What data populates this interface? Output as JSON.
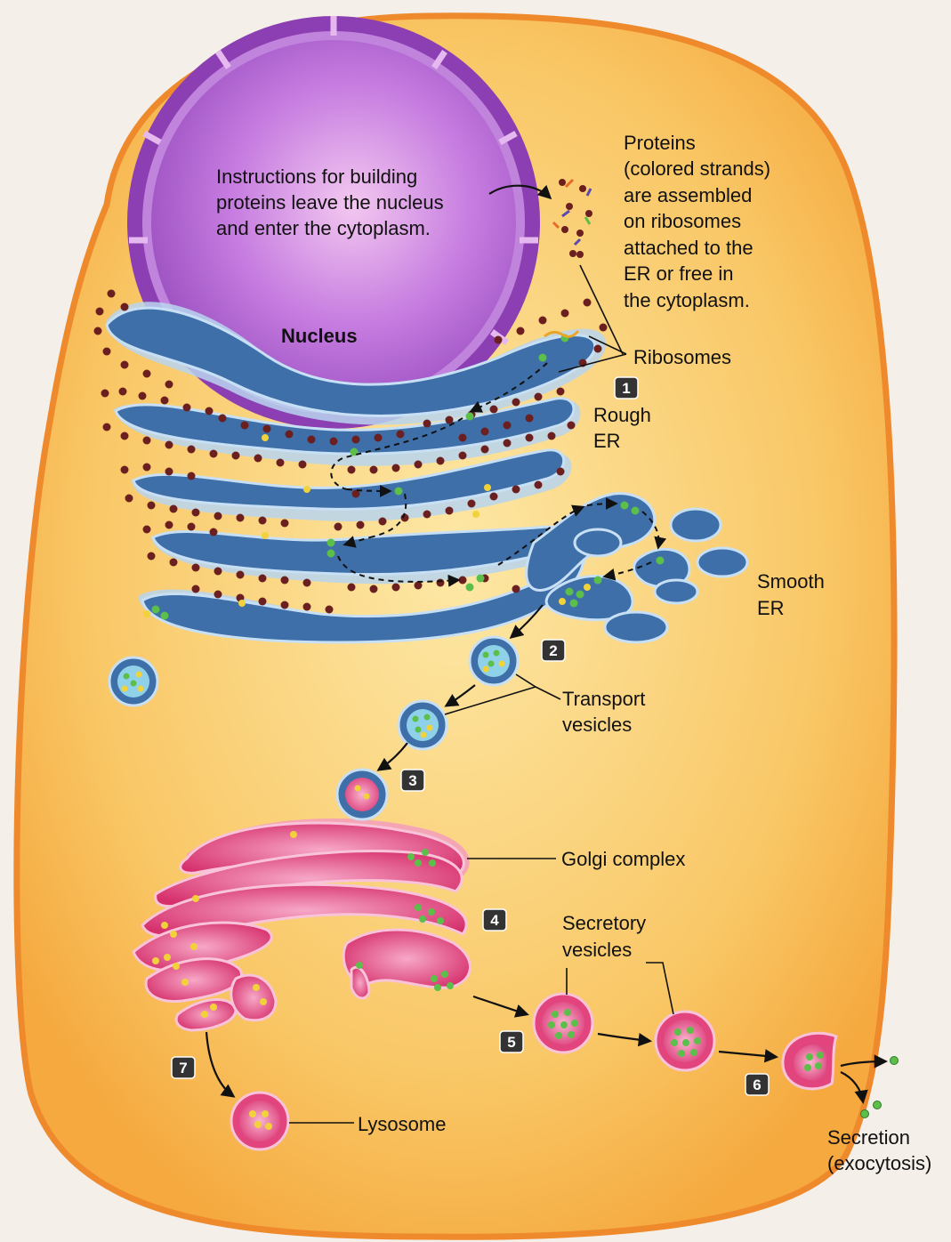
{
  "labels": {
    "nucleus_text": [
      "Instructions for building",
      "proteins leave the nucleus",
      "and enter the cytoplasm."
    ],
    "nucleus": "Nucleus",
    "proteins_text": [
      "Proteins",
      "(colored strands)",
      "are assembled",
      "on ribosomes",
      "attached to the",
      "ER or free in",
      "the cytoplasm."
    ],
    "ribosomes": "Ribosomes",
    "rough_er": [
      "Rough",
      "ER"
    ],
    "smooth_er": [
      "Smooth",
      "ER"
    ],
    "transport_vesicles": [
      "Transport",
      "vesicles"
    ],
    "golgi_complex": "Golgi complex",
    "secretory_vesicles": [
      "Secretory",
      "vesicles"
    ],
    "lysosome": "Lysosome",
    "secretion": [
      "Secretion",
      "(exocytosis)"
    ]
  },
  "steps": [
    "1",
    "2",
    "3",
    "4",
    "5",
    "6",
    "7"
  ],
  "colors": {
    "cytoplasm": "#f7b24a",
    "membrane": "#f08a2a",
    "nucleus": "#9a4fc0",
    "er": "#3e6fa8",
    "ribosome": "#6b1f1f",
    "golgi": "#e2457e",
    "protein_green": "#5cbf4a",
    "protein_yellow": "#f2d23a"
  }
}
